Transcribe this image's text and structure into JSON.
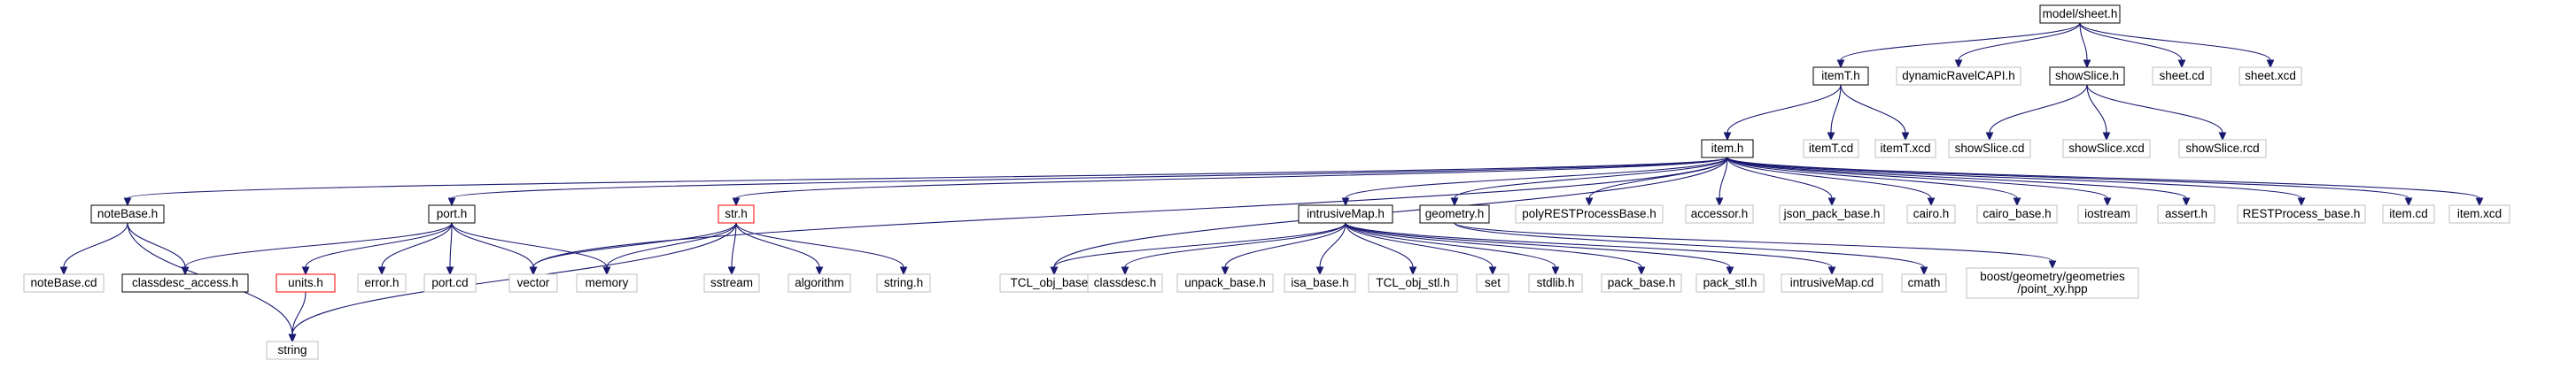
{
  "colors": {
    "edge": "#191970",
    "border_default": "#000000",
    "border_leaf": "#bfbfbf",
    "border_truncated": "#ff0000",
    "fill_root": "#bfbfbf",
    "fill_default": "#ffffff"
  },
  "nodes": {
    "model_sheet_h": {
      "lines": [
        "model/sheet.h"
      ],
      "kind": "root"
    },
    "itemT_h": {
      "lines": [
        "itemT.h"
      ],
      "kind": "normal"
    },
    "dynamicRavelCAPI_h": {
      "lines": [
        "dynamicRavelCAPI.h"
      ],
      "kind": "leaf"
    },
    "showSlice_h": {
      "lines": [
        "showSlice.h"
      ],
      "kind": "normal"
    },
    "sheet_cd": {
      "lines": [
        "sheet.cd"
      ],
      "kind": "leaf"
    },
    "sheet_xcd": {
      "lines": [
        "sheet.xcd"
      ],
      "kind": "leaf"
    },
    "item_h": {
      "lines": [
        "item.h"
      ],
      "kind": "normal"
    },
    "itemT_cd": {
      "lines": [
        "itemT.cd"
      ],
      "kind": "leaf"
    },
    "itemT_xcd": {
      "lines": [
        "itemT.xcd"
      ],
      "kind": "leaf"
    },
    "showSlice_cd": {
      "lines": [
        "showSlice.cd"
      ],
      "kind": "leaf"
    },
    "showSlice_xcd": {
      "lines": [
        "showSlice.xcd"
      ],
      "kind": "leaf"
    },
    "showSlice_rcd": {
      "lines": [
        "showSlice.rcd"
      ],
      "kind": "leaf"
    },
    "noteBase_h": {
      "lines": [
        "noteBase.h"
      ],
      "kind": "normal"
    },
    "port_h": {
      "lines": [
        "port.h"
      ],
      "kind": "normal"
    },
    "str_h": {
      "lines": [
        "str.h"
      ],
      "kind": "truncated"
    },
    "intrusiveMap_h": {
      "lines": [
        "intrusiveMap.h"
      ],
      "kind": "normal"
    },
    "geometry_h": {
      "lines": [
        "geometry.h"
      ],
      "kind": "normal"
    },
    "polyRESTProcessBase_h": {
      "lines": [
        "polyRESTProcessBase.h"
      ],
      "kind": "leaf"
    },
    "accessor_h": {
      "lines": [
        "accessor.h"
      ],
      "kind": "leaf"
    },
    "json_pack_base_h": {
      "lines": [
        "json_pack_base.h"
      ],
      "kind": "leaf"
    },
    "cairo_h": {
      "lines": [
        "cairo.h"
      ],
      "kind": "leaf"
    },
    "cairo_base_h": {
      "lines": [
        "cairo_base.h"
      ],
      "kind": "leaf"
    },
    "iostream": {
      "lines": [
        "iostream"
      ],
      "kind": "leaf"
    },
    "assert_h": {
      "lines": [
        "assert.h"
      ],
      "kind": "leaf"
    },
    "RESTProcess_base_h": {
      "lines": [
        "RESTProcess_base.h"
      ],
      "kind": "leaf"
    },
    "item_cd": {
      "lines": [
        "item.cd"
      ],
      "kind": "leaf"
    },
    "item_xcd": {
      "lines": [
        "item.xcd"
      ],
      "kind": "leaf"
    },
    "noteBase_cd": {
      "lines": [
        "noteBase.cd"
      ],
      "kind": "leaf"
    },
    "classdesc_access_h": {
      "lines": [
        "classdesc_access.h"
      ],
      "kind": "normal"
    },
    "units_h": {
      "lines": [
        "units.h"
      ],
      "kind": "truncated"
    },
    "error_h": {
      "lines": [
        "error.h"
      ],
      "kind": "leaf"
    },
    "port_cd": {
      "lines": [
        "port.cd"
      ],
      "kind": "leaf"
    },
    "vector": {
      "lines": [
        "vector"
      ],
      "kind": "leaf"
    },
    "memory": {
      "lines": [
        "memory"
      ],
      "kind": "leaf"
    },
    "sstream": {
      "lines": [
        "sstream"
      ],
      "kind": "leaf"
    },
    "algorithm": {
      "lines": [
        "algorithm"
      ],
      "kind": "leaf"
    },
    "string_h": {
      "lines": [
        "string.h"
      ],
      "kind": "leaf"
    },
    "TCL_obj_base_h": {
      "lines": [
        "TCL_obj_base.h"
      ],
      "kind": "leaf"
    },
    "classdesc_h": {
      "lines": [
        "classdesc.h"
      ],
      "kind": "leaf"
    },
    "unpack_base_h": {
      "lines": [
        "unpack_base.h"
      ],
      "kind": "leaf"
    },
    "isa_base_h": {
      "lines": [
        "isa_base.h"
      ],
      "kind": "leaf"
    },
    "TCL_obj_stl_h": {
      "lines": [
        "TCL_obj_stl.h"
      ],
      "kind": "leaf"
    },
    "set": {
      "lines": [
        "set"
      ],
      "kind": "leaf"
    },
    "stdlib_h": {
      "lines": [
        "stdlib.h"
      ],
      "kind": "leaf"
    },
    "pack_base_h": {
      "lines": [
        "pack_base.h"
      ],
      "kind": "leaf"
    },
    "pack_stl_h": {
      "lines": [
        "pack_stl.h"
      ],
      "kind": "leaf"
    },
    "intrusiveMap_cd": {
      "lines": [
        "intrusiveMap.cd"
      ],
      "kind": "leaf"
    },
    "cmath": {
      "lines": [
        "cmath"
      ],
      "kind": "leaf"
    },
    "boost_point_xy_hpp": {
      "lines": [
        "boost/geometry/geometries",
        "/point_xy.hpp"
      ],
      "kind": "leaf"
    },
    "string": {
      "lines": [
        "string"
      ],
      "kind": "leaf"
    }
  },
  "edges": [
    [
      "model_sheet_h",
      "itemT_h"
    ],
    [
      "model_sheet_h",
      "dynamicRavelCAPI_h"
    ],
    [
      "model_sheet_h",
      "showSlice_h"
    ],
    [
      "model_sheet_h",
      "sheet_cd"
    ],
    [
      "model_sheet_h",
      "sheet_xcd"
    ],
    [
      "itemT_h",
      "item_h"
    ],
    [
      "itemT_h",
      "itemT_cd"
    ],
    [
      "itemT_h",
      "itemT_xcd"
    ],
    [
      "showSlice_h",
      "showSlice_cd"
    ],
    [
      "showSlice_h",
      "showSlice_xcd"
    ],
    [
      "showSlice_h",
      "showSlice_rcd"
    ],
    [
      "item_h",
      "noteBase_h"
    ],
    [
      "item_h",
      "port_h"
    ],
    [
      "item_h",
      "str_h"
    ],
    [
      "item_h",
      "vector"
    ],
    [
      "item_h",
      "TCL_obj_base_h"
    ],
    [
      "item_h",
      "intrusiveMap_h"
    ],
    [
      "item_h",
      "geometry_h"
    ],
    [
      "item_h",
      "polyRESTProcessBase_h"
    ],
    [
      "item_h",
      "accessor_h"
    ],
    [
      "item_h",
      "json_pack_base_h"
    ],
    [
      "item_h",
      "cairo_h"
    ],
    [
      "item_h",
      "cairo_base_h"
    ],
    [
      "item_h",
      "iostream"
    ],
    [
      "item_h",
      "assert_h"
    ],
    [
      "item_h",
      "RESTProcess_base_h"
    ],
    [
      "item_h",
      "item_cd"
    ],
    [
      "item_h",
      "item_xcd"
    ],
    [
      "noteBase_h",
      "noteBase_cd"
    ],
    [
      "noteBase_h",
      "classdesc_access_h"
    ],
    [
      "noteBase_h",
      "string"
    ],
    [
      "port_h",
      "classdesc_access_h"
    ],
    [
      "port_h",
      "units_h"
    ],
    [
      "port_h",
      "error_h"
    ],
    [
      "port_h",
      "port_cd"
    ],
    [
      "port_h",
      "vector"
    ],
    [
      "port_h",
      "memory"
    ],
    [
      "units_h",
      "string"
    ],
    [
      "str_h",
      "vector"
    ],
    [
      "str_h",
      "memory"
    ],
    [
      "str_h",
      "sstream"
    ],
    [
      "str_h",
      "algorithm"
    ],
    [
      "str_h",
      "string_h"
    ],
    [
      "str_h",
      "string"
    ],
    [
      "intrusiveMap_h",
      "TCL_obj_base_h"
    ],
    [
      "intrusiveMap_h",
      "classdesc_h"
    ],
    [
      "intrusiveMap_h",
      "unpack_base_h"
    ],
    [
      "intrusiveMap_h",
      "isa_base_h"
    ],
    [
      "intrusiveMap_h",
      "TCL_obj_stl_h"
    ],
    [
      "intrusiveMap_h",
      "set"
    ],
    [
      "intrusiveMap_h",
      "stdlib_h"
    ],
    [
      "intrusiveMap_h",
      "pack_base_h"
    ],
    [
      "intrusiveMap_h",
      "pack_stl_h"
    ],
    [
      "intrusiveMap_h",
      "intrusiveMap_cd"
    ],
    [
      "geometry_h",
      "cmath"
    ],
    [
      "geometry_h",
      "boost_point_xy_hpp"
    ]
  ]
}
